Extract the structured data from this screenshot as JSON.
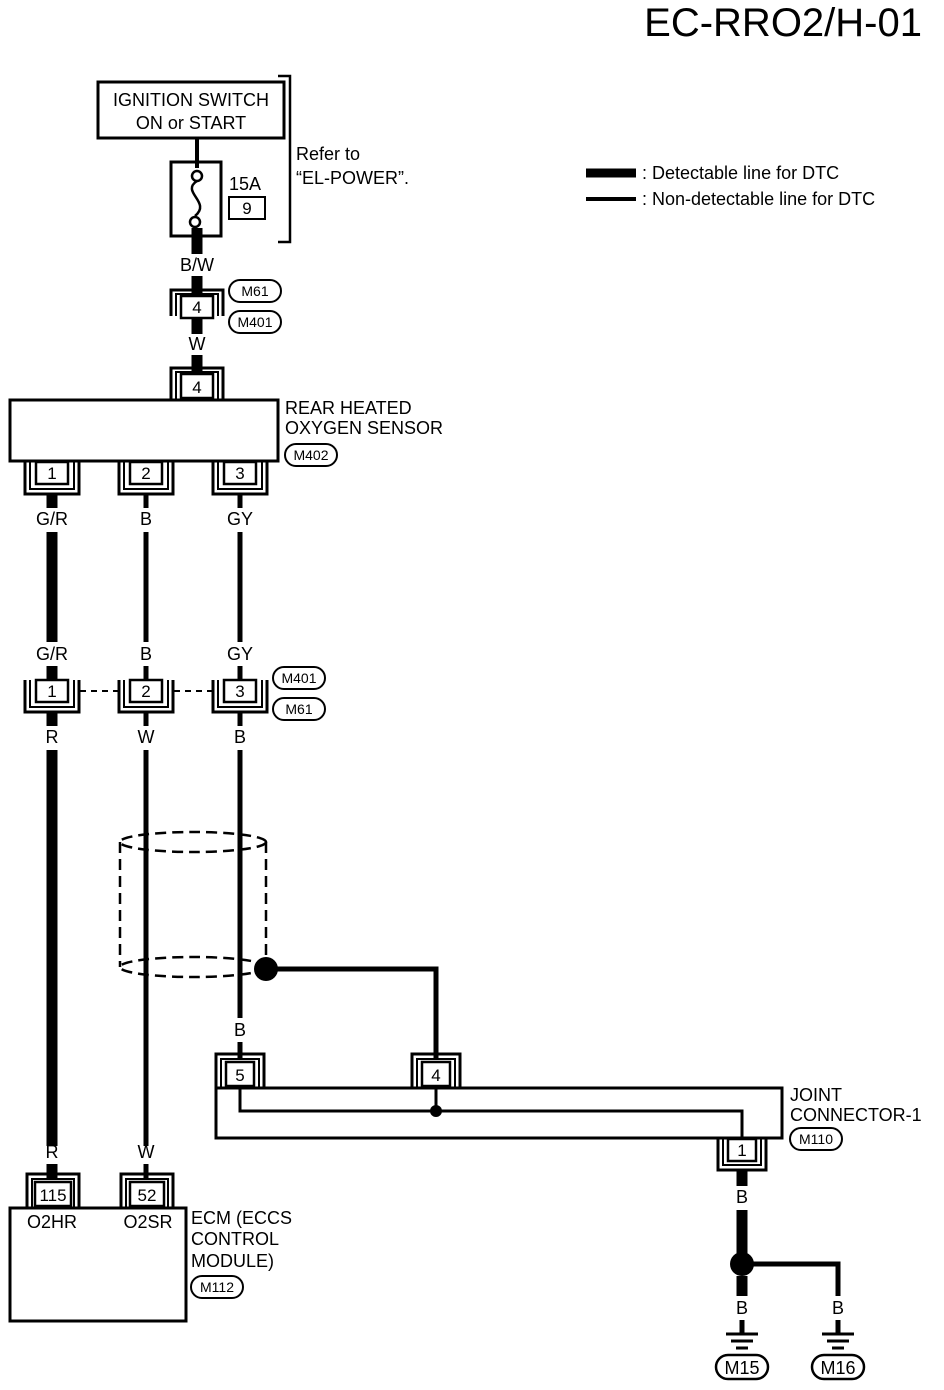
{
  "title": "EC-RRO2/H-01",
  "legend": {
    "detectable": ": Detectable line for DTC",
    "non_detectable": ": Non-detectable line for DTC"
  },
  "ignition": {
    "line1": "IGNITION SWITCH",
    "line2": "ON or START"
  },
  "fuse": {
    "amps": "15A",
    "number": "9"
  },
  "refer": {
    "line1": "Refer to",
    "line2": "“EL-POWER”."
  },
  "conn_top": {
    "wire_above": "B/W",
    "pin": "4",
    "tags": [
      "M61",
      "M401"
    ],
    "wire_below": "W"
  },
  "sensor": {
    "line1": "REAR HEATED",
    "line2": "OXYGEN SENSOR",
    "tag": "M402",
    "top_pin": "4",
    "pins": [
      "1",
      "2",
      "3"
    ],
    "wires_below": [
      "G/R",
      "B",
      "GY"
    ]
  },
  "conn_mid": {
    "wires_above": [
      "G/R",
      "B",
      "GY"
    ],
    "pins": [
      "1",
      "2",
      "3"
    ],
    "tags": [
      "M401",
      "M61"
    ],
    "wires_below": [
      "R",
      "W",
      "B"
    ]
  },
  "joint": {
    "line1": "JOINT",
    "line2": "CONNECTOR-1",
    "tag": "M110",
    "wire_in": "B",
    "pins_top": [
      "5",
      "4"
    ],
    "pin_bottom": "1",
    "wire_out": "B"
  },
  "ecm": {
    "line1": "ECM (ECCS",
    "line2": "CONTROL",
    "line3": "MODULE)",
    "tag": "M112",
    "wires_above": [
      "R",
      "W"
    ],
    "pins": [
      "115",
      "52"
    ],
    "terminals": [
      "O2HR",
      "O2SR"
    ]
  },
  "grounds": {
    "wires": [
      "B",
      "B"
    ],
    "tags": [
      "M15",
      "M16"
    ]
  }
}
